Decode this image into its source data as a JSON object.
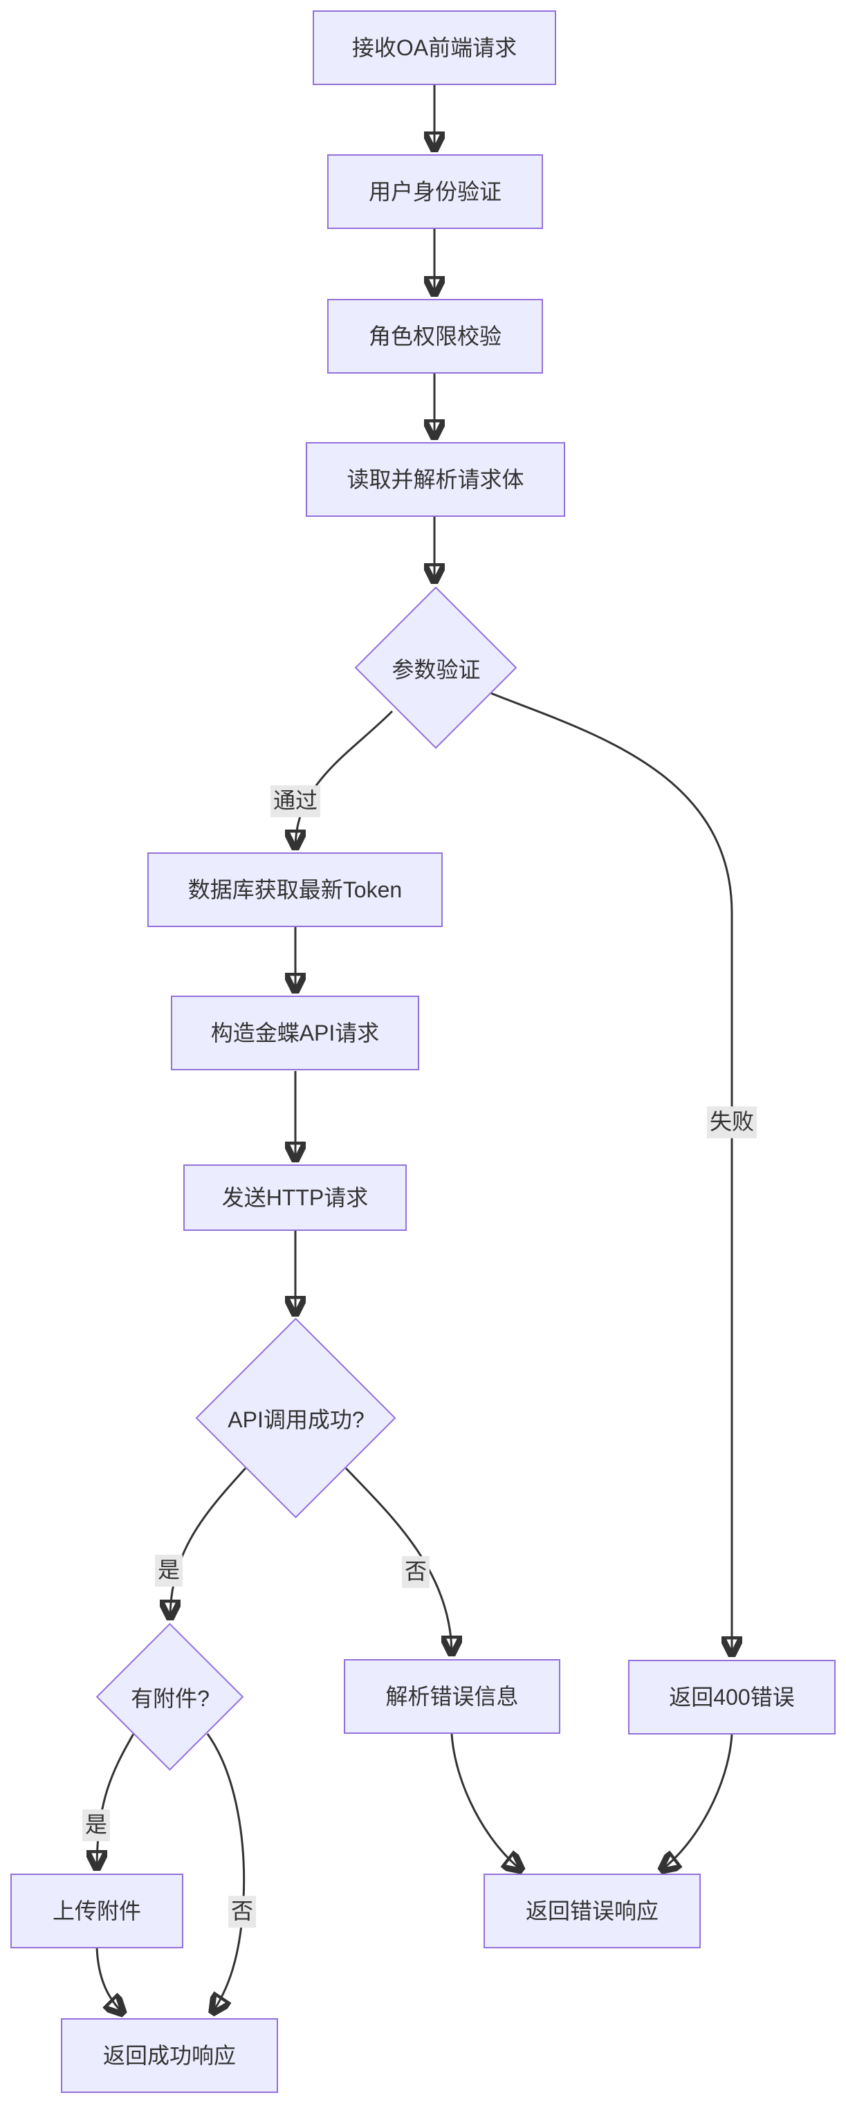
{
  "diagram": {
    "type": "flowchart",
    "direction": "top-down",
    "colors": {
      "node_fill": "#ECECFF",
      "node_border": "#9370DB",
      "edge_color": "#333333",
      "text_color": "#333333",
      "edge_label_bg": "#e8e8e8",
      "background": "#ffffff"
    },
    "nodes": [
      {
        "id": "receive_request",
        "shape": "rect",
        "label": "接收OA前端请求"
      },
      {
        "id": "user_auth",
        "shape": "rect",
        "label": "用户身份验证"
      },
      {
        "id": "role_check",
        "shape": "rect",
        "label": "角色权限校验"
      },
      {
        "id": "parse_body",
        "shape": "rect",
        "label": "读取并解析请求体"
      },
      {
        "id": "param_validate",
        "shape": "diamond",
        "label": "参数验证"
      },
      {
        "id": "get_token",
        "shape": "rect",
        "label": "数据库获取最新Token"
      },
      {
        "id": "build_request",
        "shape": "rect",
        "label": "构造金蝶API请求"
      },
      {
        "id": "send_http",
        "shape": "rect",
        "label": "发送HTTP请求"
      },
      {
        "id": "api_success",
        "shape": "diamond",
        "label": "API调用成功?"
      },
      {
        "id": "has_attachment",
        "shape": "diamond",
        "label": "有附件?"
      },
      {
        "id": "parse_error",
        "shape": "rect",
        "label": "解析错误信息"
      },
      {
        "id": "return_400",
        "shape": "rect",
        "label": "返回400错误"
      },
      {
        "id": "upload_attachment",
        "shape": "rect",
        "label": "上传附件"
      },
      {
        "id": "return_success",
        "shape": "rect",
        "label": "返回成功响应"
      },
      {
        "id": "return_error",
        "shape": "rect",
        "label": "返回错误响应"
      }
    ],
    "edges": [
      {
        "from": "receive_request",
        "to": "user_auth",
        "label": ""
      },
      {
        "from": "user_auth",
        "to": "role_check",
        "label": ""
      },
      {
        "from": "role_check",
        "to": "parse_body",
        "label": ""
      },
      {
        "from": "parse_body",
        "to": "param_validate",
        "label": ""
      },
      {
        "from": "param_validate",
        "to": "get_token",
        "label": "通过"
      },
      {
        "from": "param_validate",
        "to": "return_400",
        "label": "失败"
      },
      {
        "from": "get_token",
        "to": "build_request",
        "label": ""
      },
      {
        "from": "build_request",
        "to": "send_http",
        "label": ""
      },
      {
        "from": "send_http",
        "to": "api_success",
        "label": ""
      },
      {
        "from": "api_success",
        "to": "has_attachment",
        "label": "是"
      },
      {
        "from": "api_success",
        "to": "parse_error",
        "label": "否"
      },
      {
        "from": "has_attachment",
        "to": "upload_attachment",
        "label": "是"
      },
      {
        "from": "has_attachment",
        "to": "return_success",
        "label": "否"
      },
      {
        "from": "upload_attachment",
        "to": "return_success",
        "label": ""
      },
      {
        "from": "parse_error",
        "to": "return_error",
        "label": ""
      },
      {
        "from": "return_400",
        "to": "return_error",
        "label": ""
      }
    ]
  }
}
